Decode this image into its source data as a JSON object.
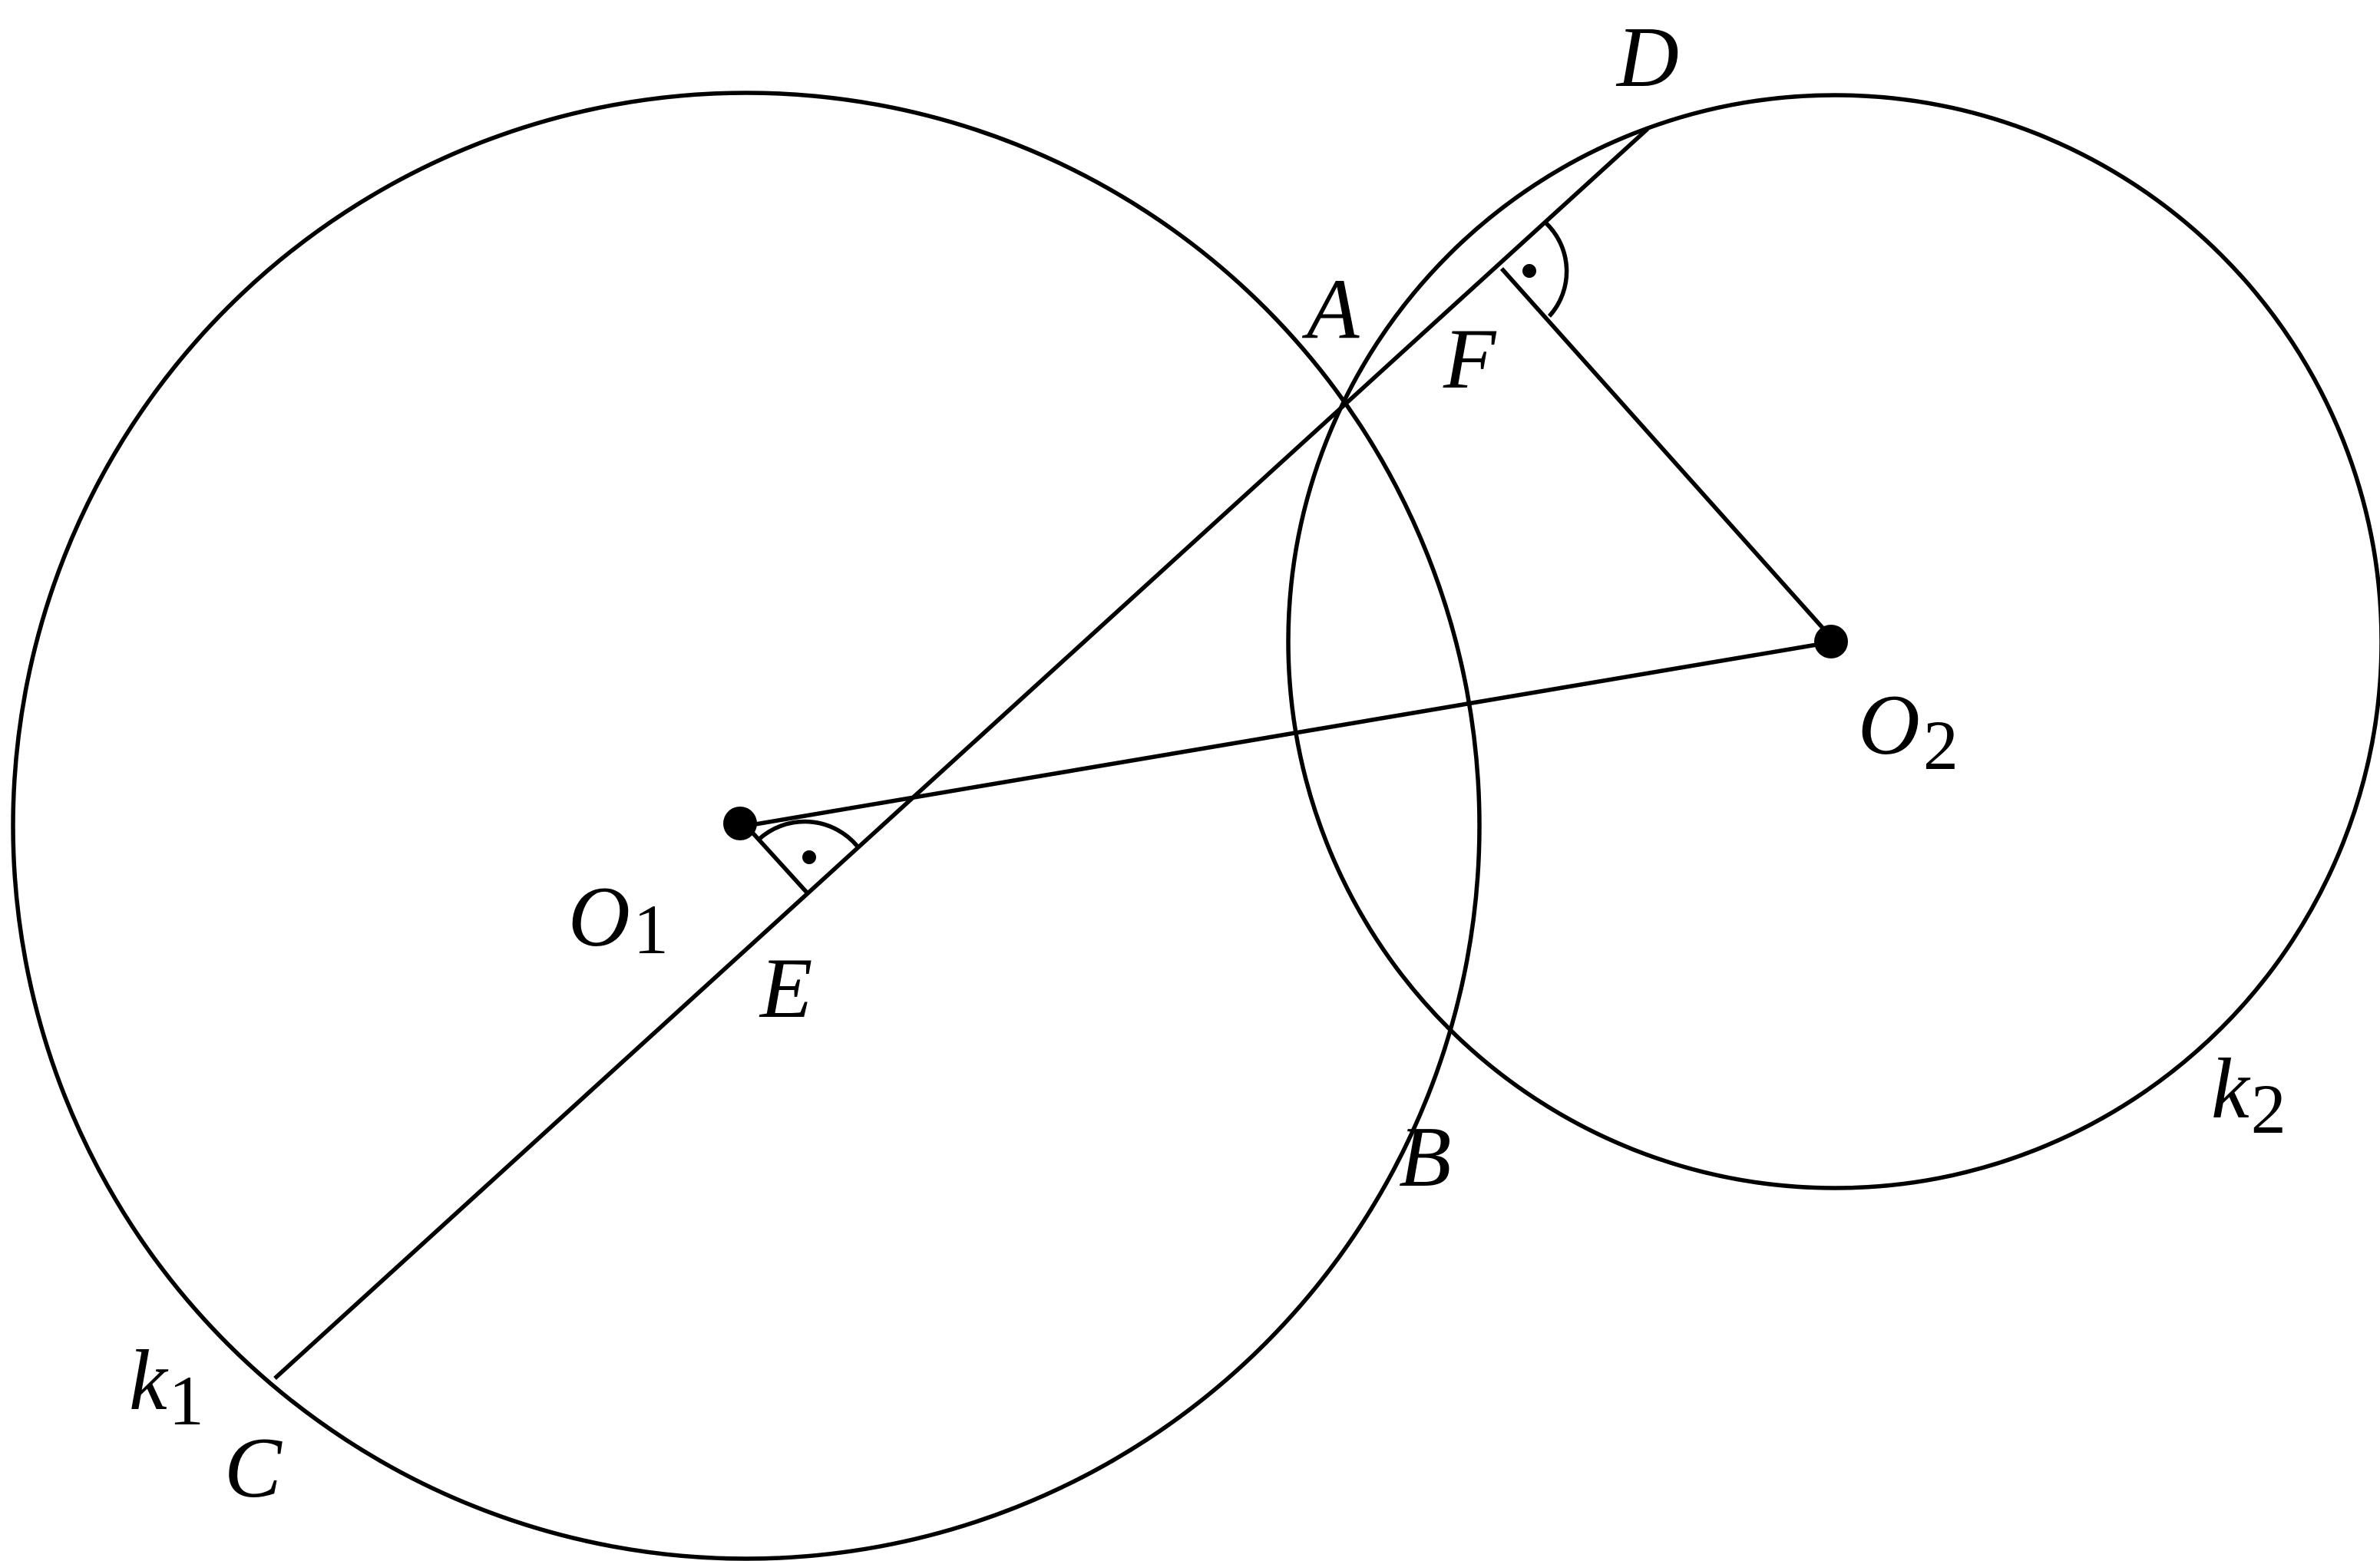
{
  "labels": {
    "A": "A",
    "B": "B",
    "C": "C",
    "D": "D",
    "E": "E",
    "F": "F",
    "O1": "O",
    "O1_sub": "1",
    "O2": "O",
    "O2_sub": "2",
    "k1": "k",
    "k1_sub": "1",
    "k2": "k",
    "k2_sub": "2"
  },
  "colors": {
    "ink": "#000000",
    "background": "#ffffff"
  }
}
